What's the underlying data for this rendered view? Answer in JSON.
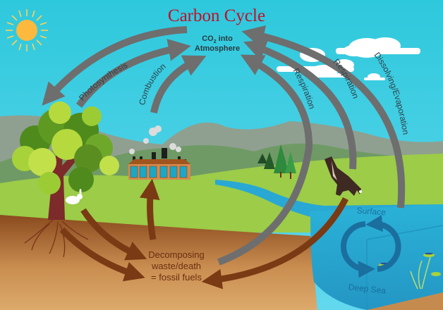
{
  "title": "Carbon Cycle",
  "atmosphere_label": {
    "line1_prefix": "CO",
    "subscript": "2",
    "line1_suffix": " into",
    "line2": "Atmosphere"
  },
  "processes": {
    "photosynthesis": "Photosynthesis",
    "combustion": "Combustion",
    "respiration_1": "Respiration",
    "respiration_2": "Respiration",
    "dissolving": "Dissolving/Evaporation"
  },
  "ground_label": {
    "line1": "Decomposing",
    "line2": "waste/death",
    "line3": "= fossil fuels"
  },
  "ocean_labels": {
    "surface": "Surface",
    "deep": "Deep Sea"
  },
  "colors": {
    "title": "#c0102a",
    "sky_top": "#2ec8dc",
    "sky_bottom": "#5fd9ee",
    "arrow_gray": "#6e6e6e",
    "arrow_brown": "#7a3a14",
    "soil_top": "#8a4a1e",
    "soil_bottom": "#d9a566",
    "grass": "#9ccc48",
    "water": "#27a9d3",
    "ocean_arrow": "#1a6f9e",
    "sun": "#fdb83e"
  }
}
